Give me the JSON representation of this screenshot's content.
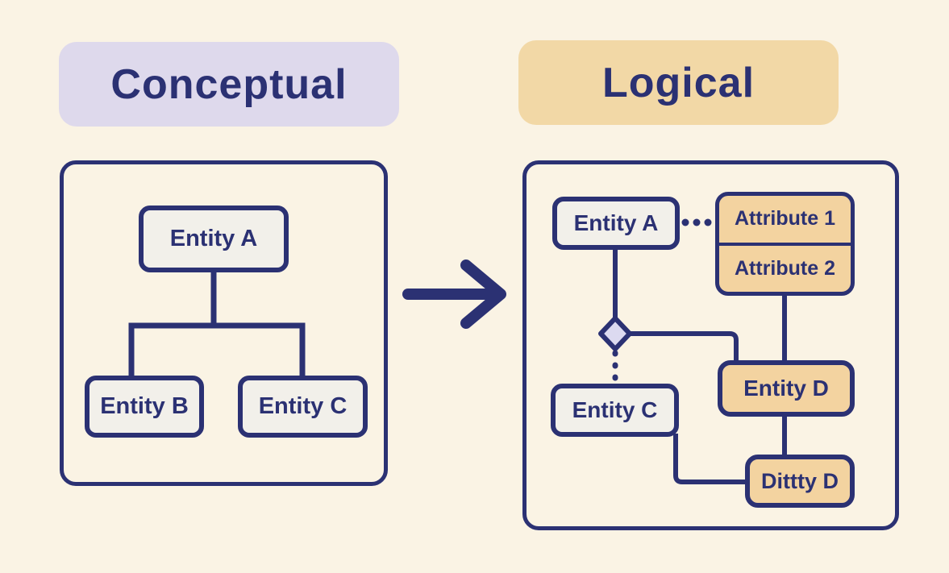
{
  "title": "Conceptual to Logical data model diagram",
  "palette": {
    "background": "#faf3e4",
    "navy": "#2b3173",
    "lavender_header": "#ded9ec",
    "tan_header": "#f2d8a6",
    "entity_fill": "#f2f0ea",
    "tan_fill": "#f3d3a0",
    "diamond_fill": "#dcdaf0"
  },
  "headers": {
    "left": "Conceptual",
    "right": "Logical"
  },
  "conceptual": {
    "entity_a": "Entity A",
    "entity_b": "Entity B",
    "entity_c": "Entity C"
  },
  "transition": {
    "icon": "right-arrow"
  },
  "logical": {
    "entity_a": "Entity A",
    "attributes": [
      "Attribute 1",
      "Attribute 2"
    ],
    "entity_c": "Entity C",
    "entity_d": "Entity D",
    "ditty_d": "Dittty D"
  }
}
